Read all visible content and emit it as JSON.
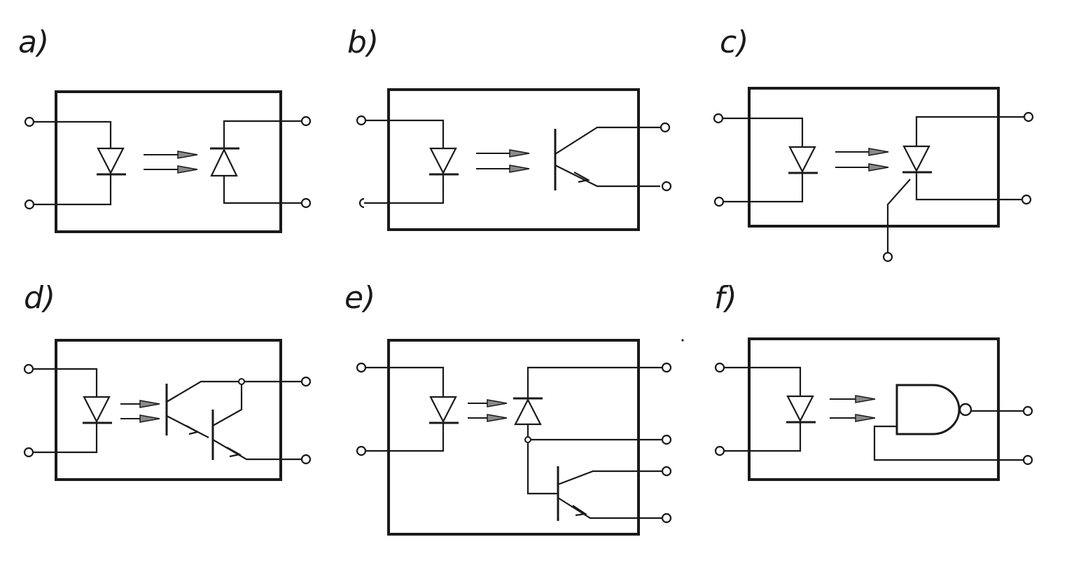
{
  "panels": [
    {
      "label": "a)",
      "type": "photodiode-coupler"
    },
    {
      "label": "b)",
      "type": "phototransistor-coupler"
    },
    {
      "label": "c)",
      "type": "photothyristor-coupler"
    },
    {
      "label": "d)",
      "type": "photo-darlington-coupler"
    },
    {
      "label": "e)",
      "type": "photodiode-transistor-coupler"
    },
    {
      "label": "f)",
      "type": "logic-gate-coupler"
    }
  ],
  "colors": {
    "line": "#1a1a1a",
    "arrow_fill": "#8a8a8a",
    "background": "#ffffff"
  }
}
